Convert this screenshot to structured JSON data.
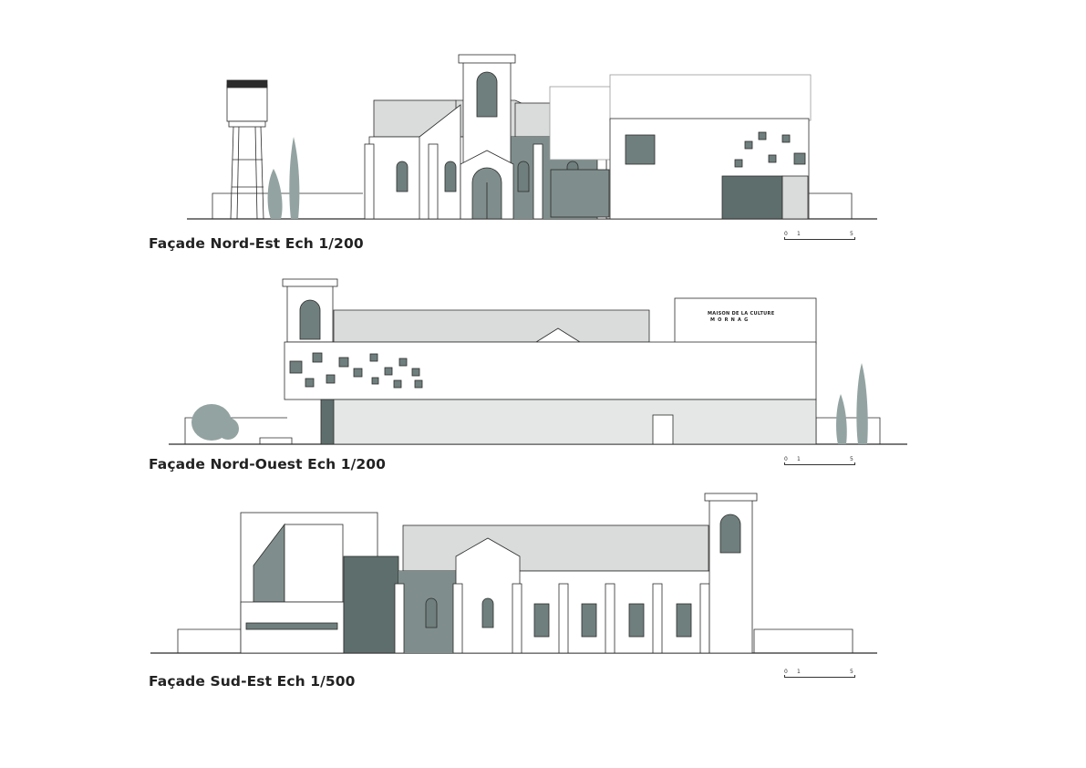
{
  "drawings": [
    {
      "title": "Façade Nord-Est Ech 1/200",
      "scale_ticks": [
        "0",
        "1",
        "5"
      ]
    },
    {
      "title": "Façade Nord-Ouest Ech 1/200",
      "scale_ticks": [
        "0",
        "1",
        "5"
      ],
      "sign_line1": "MAISON DE LA CULTURE",
      "sign_line2": "MORNAG"
    },
    {
      "title": "Façade Sud-Est Ech 1/500",
      "scale_ticks": [
        "0",
        "1",
        "5"
      ]
    }
  ],
  "colors": {
    "line": "#2b2b2b",
    "shadow": "#7f8e8c",
    "shadow_dark": "#5e6e6c",
    "roof": "#d9dcdb",
    "tree": "#93a3a1",
    "window": "#6f7f7d"
  }
}
